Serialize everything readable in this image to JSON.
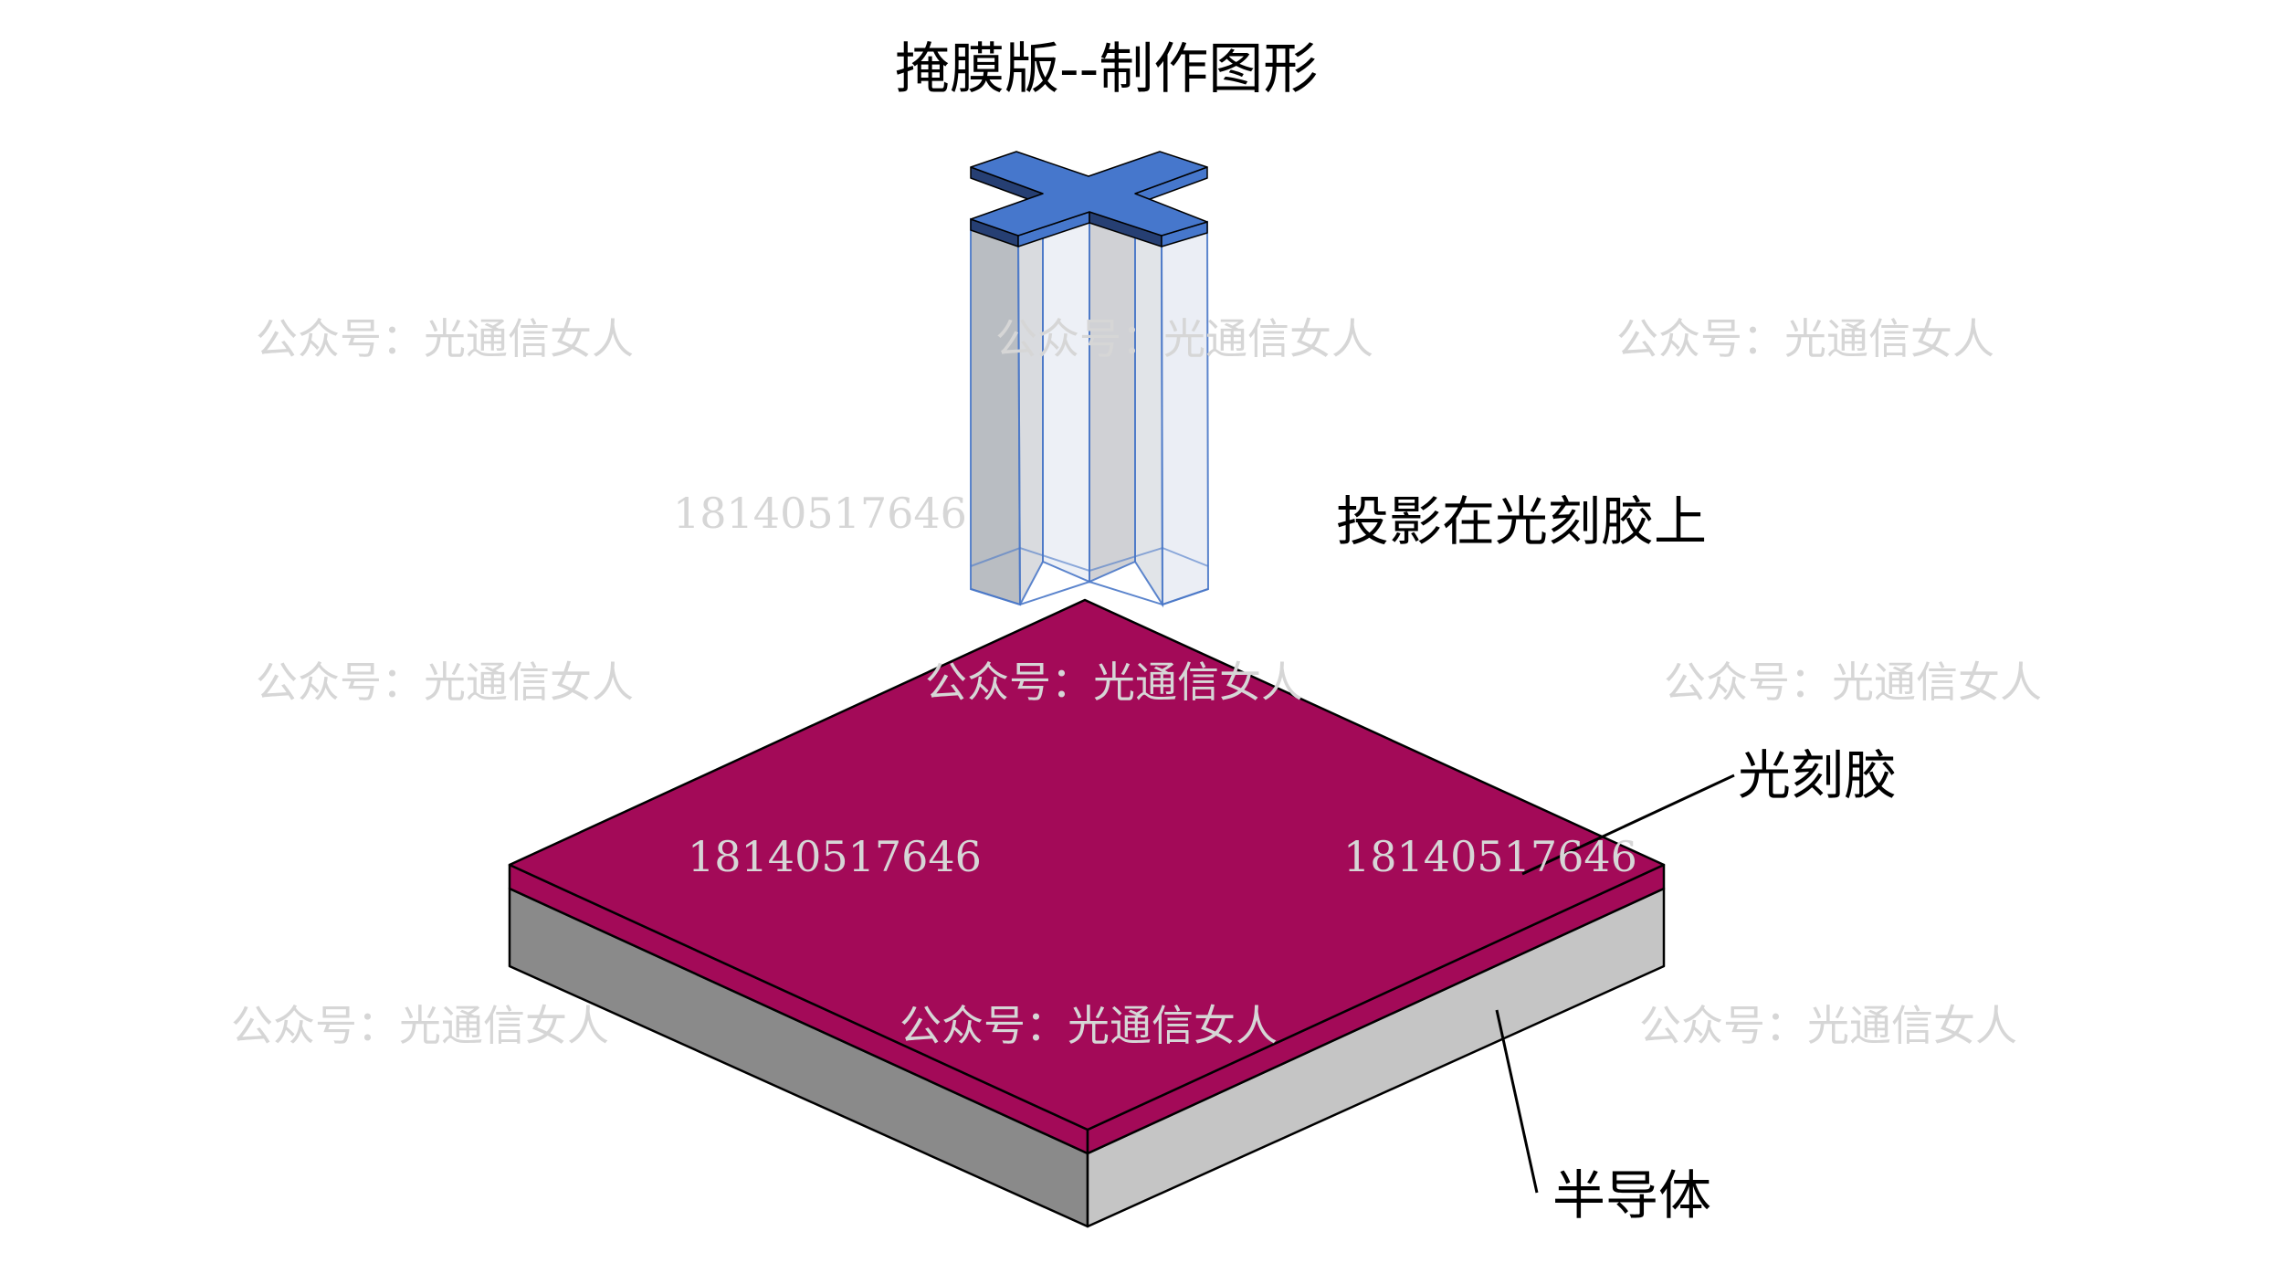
{
  "title": "掩膜版--制作图形",
  "labels": {
    "projection": "投影在光刻胶上",
    "photoresist": "光刻胶",
    "semiconductor": "半导体"
  },
  "watermarks": {
    "account": "公众号：光通信女人",
    "phone": "18140517646"
  },
  "colors": {
    "mask": "#4677cc",
    "mask_side": "#263f73",
    "photoresist": "#a30a58",
    "semiconductor_left": "#8a8a8a",
    "semiconductor_right": "#c5c5c5"
  }
}
